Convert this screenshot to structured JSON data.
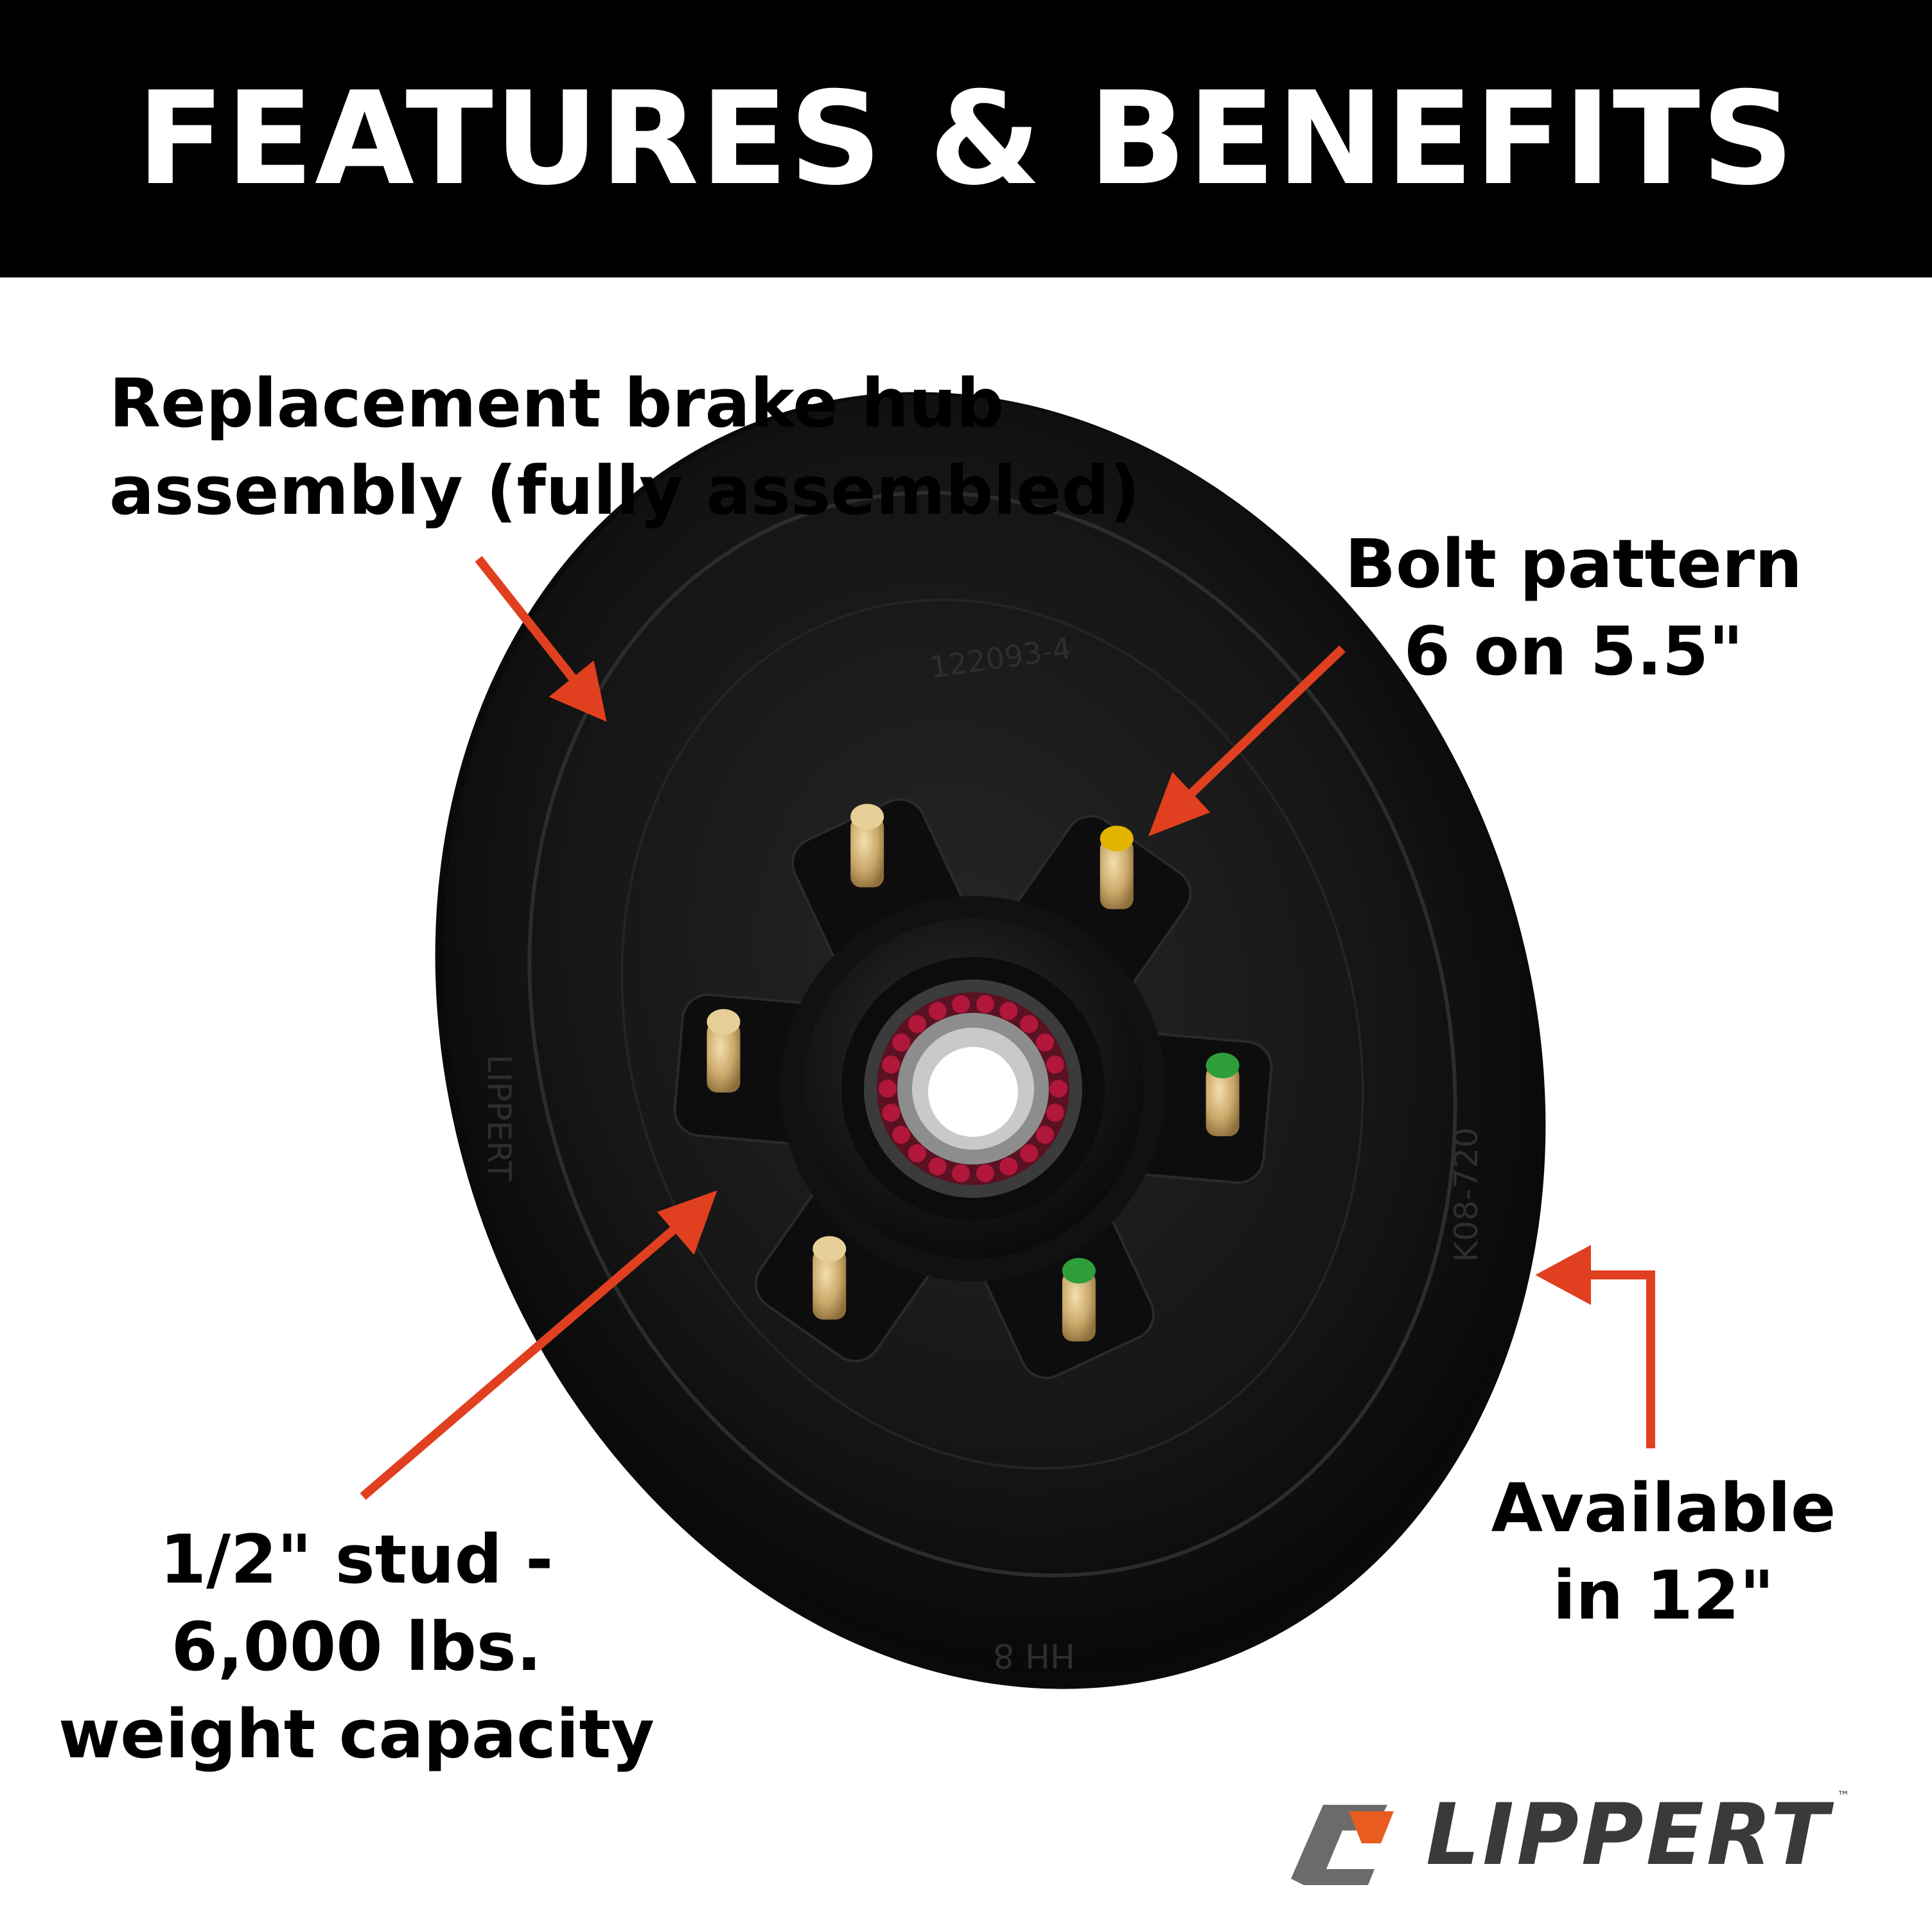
{
  "header": {
    "title": "FEATURES & BENEFITS"
  },
  "callouts": {
    "replacement": [
      "Replacement brake hub",
      "assembly (fully assembled)"
    ],
    "bolt_pattern": [
      "Bolt pattern",
      "6 on 5.5\""
    ],
    "stud": [
      "1/2\" stud -",
      "6,000 lbs.",
      "weight capacity"
    ],
    "available": [
      "Available",
      "in 12\""
    ]
  },
  "product": {
    "casting_top": "122093-4",
    "casting_left": "LIPPERT",
    "casting_right": "K08-720",
    "casting_bottom": "HH 8"
  },
  "logo": {
    "word": "LIPPERT",
    "trademark": "™"
  },
  "colors": {
    "arrow": "#e0401f",
    "header_bg": "#000000",
    "drum": "#141414",
    "logo_orange": "#e85d1f",
    "logo_gray": "#6b6b6b"
  }
}
